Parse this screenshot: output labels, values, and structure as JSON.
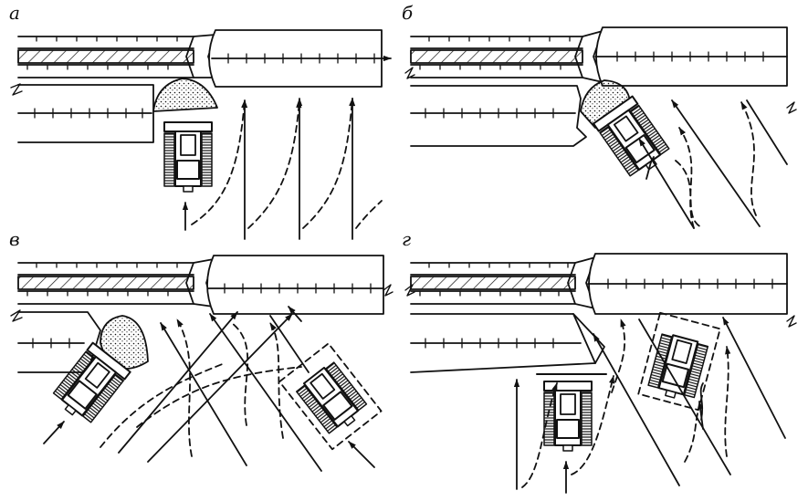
{
  "panels": [
    {
      "id": "a",
      "label": "а"
    },
    {
      "id": "b",
      "label": "б"
    },
    {
      "id": "v",
      "label": "в"
    },
    {
      "id": "g",
      "label": "г"
    }
  ],
  "colors": {
    "ink": "#111111",
    "paper": "#ffffff"
  },
  "icons": [
    "bulldozer-icon",
    "soil-heap-icon",
    "arrow-icon",
    "dashed-arrow-icon",
    "break-mark-icon"
  ]
}
